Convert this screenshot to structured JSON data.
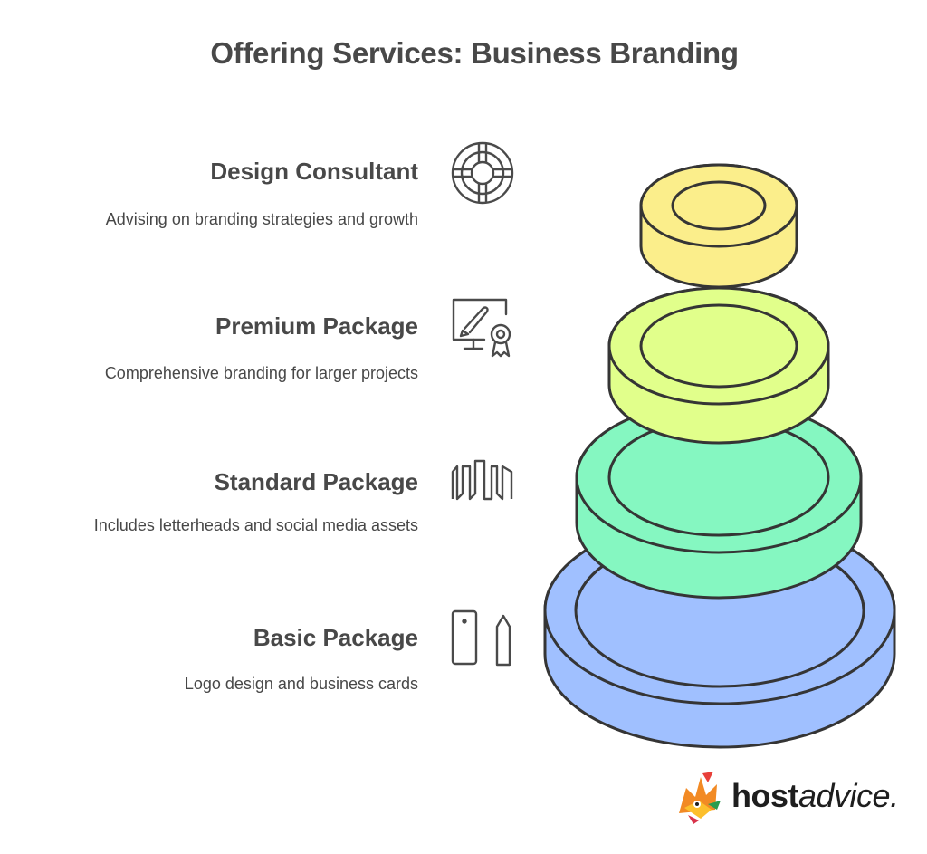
{
  "title": "Offering Services: Business Branding",
  "tiers": [
    {
      "heading": "Design Consultant",
      "description": "Advising on branding strategies and growth",
      "icon": "target-icon",
      "color": "#fbee8b"
    },
    {
      "heading": "Premium Package",
      "description": "Comprehensive branding for larger projects",
      "icon": "design-award-icon",
      "color": "#e1ff8b"
    },
    {
      "heading": "Standard Package",
      "description": "Includes letterheads and social media assets",
      "icon": "wave-pattern-icon",
      "color": "#85f7c1"
    },
    {
      "heading": "Basic Package",
      "description": "Logo design and business cards",
      "icon": "card-pen-icon",
      "color": "#a0c0ff"
    }
  ],
  "logo": {
    "bold_part": "host",
    "light_part": "advice."
  }
}
